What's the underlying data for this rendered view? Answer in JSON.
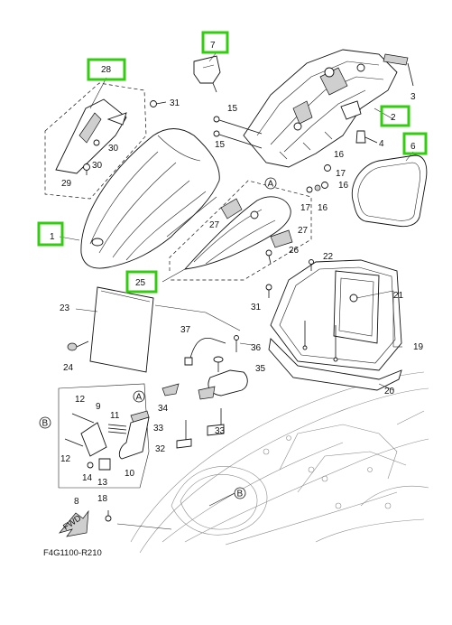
{
  "diagram": {
    "code": "F4G1100-R210",
    "fwd_label": "FWD",
    "callout_A": "A",
    "callout_B": "B",
    "labels": {
      "p1": "1",
      "p2": "2",
      "p3": "3",
      "p4": "4",
      "p6": "6",
      "p7": "7",
      "p8": "8",
      "p9": "9",
      "p10": "10",
      "p11": "11",
      "p12a": "12",
      "p12b": "12",
      "p13": "13",
      "p14": "14",
      "p15a": "15",
      "p15b": "15",
      "p16a": "16",
      "p16b": "16",
      "p17a": "17",
      "p17b": "17",
      "p18": "18",
      "p19": "19",
      "p20": "20",
      "p21": "21",
      "p22": "22",
      "p23": "23",
      "p24": "24",
      "p25": "25",
      "p26": "26",
      "p27a": "27",
      "p27b": "27",
      "p28": "28",
      "p29": "29",
      "p30a": "30",
      "p30b": "30",
      "p31a": "31",
      "p31b": "31",
      "p32": "32",
      "p33a": "33",
      "p33b": "33",
      "p34": "34",
      "p35": "35",
      "p36": "36",
      "p37": "37"
    },
    "highlighted_parts": [
      "1",
      "2",
      "6",
      "7",
      "25",
      "28"
    ],
    "highlight_color": "#33cc11"
  }
}
